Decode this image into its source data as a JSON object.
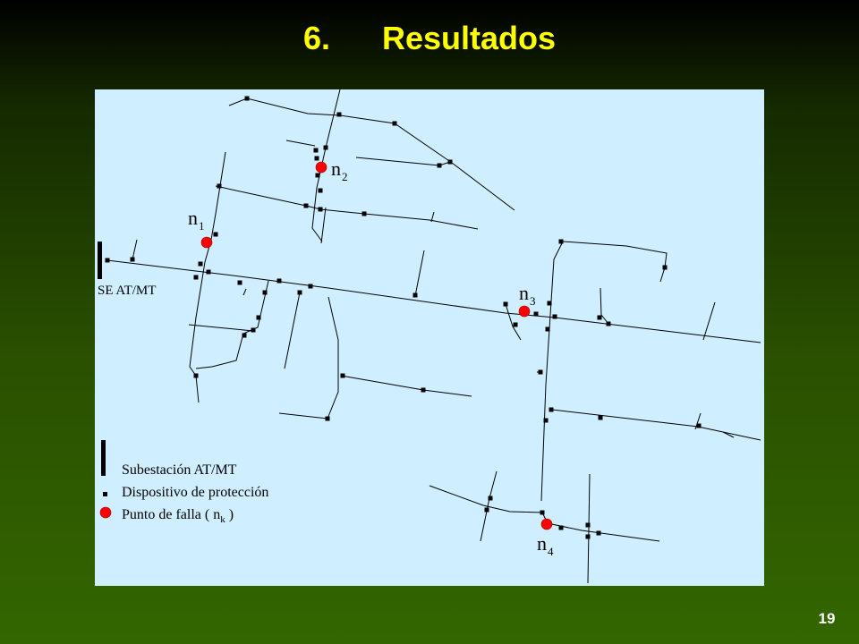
{
  "slide": {
    "title_number": "6.",
    "title_text": "Resultados",
    "page_number": "19"
  },
  "diagram": {
    "substation_label": "SE AT/MT",
    "nodes": [
      {
        "label": "n",
        "subscript": "1"
      },
      {
        "label": "n",
        "subscript": "2"
      },
      {
        "label": "n",
        "subscript": "3"
      },
      {
        "label": "n",
        "subscript": "4"
      }
    ],
    "legend": {
      "substation": "Subestación AT/MT",
      "device": "Dispositivo de protección",
      "fault_prefix": "Punto de falla ( n",
      "fault_subscript": "k",
      "fault_suffix": " )"
    }
  },
  "colors": {
    "title": "#ffff00",
    "panel_background": "#cfeeff",
    "fault_point": "#ff0000",
    "device": "#000000",
    "page_number": "#ffffff"
  }
}
